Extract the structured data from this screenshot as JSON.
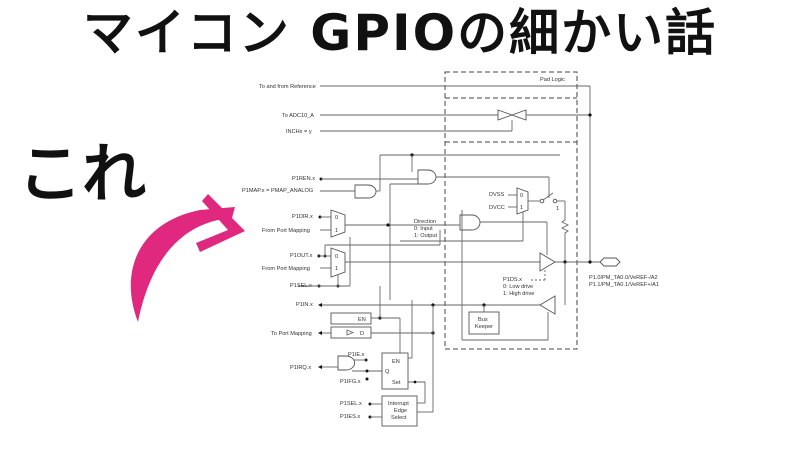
{
  "title": "マイコン GPIOの細かい話",
  "callout": {
    "text": "これ",
    "arrow_color": "#e0287f"
  },
  "diagram": {
    "boxes": {
      "pad_logic": "Pad Logic",
      "bus_keeper_1": "Bus",
      "bus_keeper_2": "Keeper",
      "en_latch": "EN",
      "d_latch": "D",
      "ff_en": "EN",
      "ff_q": "Q",
      "ff_set": "Set",
      "ies_1": "Interrupt",
      "ies_2": "Edge",
      "ies_3": "Select"
    },
    "signals": {
      "ref": "To and from Reference",
      "adc": "To ADC10_A",
      "inch": "INCHx = y",
      "ren": "P1REN.x",
      "map": "P1MAP.x = PMAP_ANALOG",
      "dir": "P1DIR.x",
      "dir_pm": "From Port Mapping",
      "out": "P1OUT.x",
      "out_pm": "From Port Mapping",
      "sel": "P1SEL.x",
      "in": "P1IN.x",
      "to_pm": "To Port Mapping",
      "ie": "P1IE.x",
      "irq": "P1IRQ.x",
      "ifg": "P1IFG.x",
      "sel2": "P1SEL.x",
      "ies": "P1IES.x"
    },
    "direction": [
      "Direction",
      "0: Input",
      "1: Output"
    ],
    "drive": [
      "P1DS.x",
      "0: Low drive",
      "1: High drive"
    ],
    "supply": {
      "dvss": "DVSS",
      "dvcc": "DVCC"
    },
    "mux": {
      "zero": "0",
      "one": "1"
    },
    "switch_one": "1",
    "pins": [
      "P1.0/PM_TA0.0/VeREF-/A2",
      "P1.1/PM_TA0.1/VeREF+/A1"
    ]
  }
}
